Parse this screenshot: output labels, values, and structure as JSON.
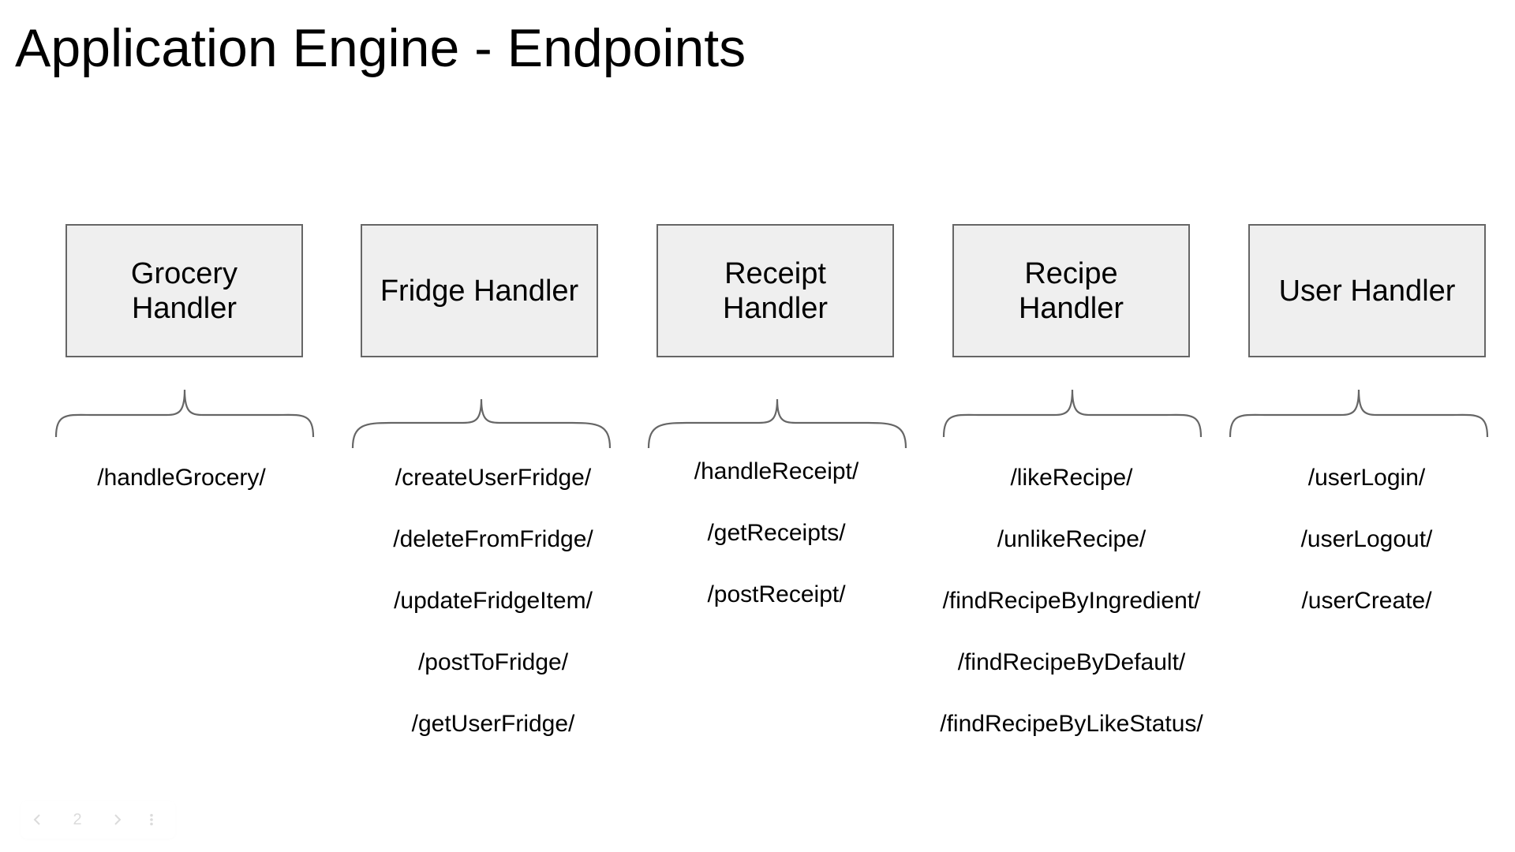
{
  "slide": {
    "title": "Application Engine - Endpoints"
  },
  "handlers": [
    {
      "name": "Grocery Handler",
      "endpoints": [
        "/handleGrocery/"
      ]
    },
    {
      "name": "Fridge Handler",
      "endpoints": [
        "/createUserFridge/",
        "/deleteFromFridge/",
        "/updateFridgeItem/",
        "/postToFridge/",
        "/getUserFridge/"
      ]
    },
    {
      "name": "Receipt Handler",
      "endpoints": [
        "/handleReceipt/",
        "/getReceipts/",
        "/postReceipt/"
      ]
    },
    {
      "name": "Recipe Handler",
      "endpoints": [
        "/likeRecipe/",
        "/unlikeRecipe/",
        "/findRecipeByIngredient/",
        "/findRecipeByDefault/",
        "/findRecipeByLikeStatus/"
      ]
    },
    {
      "name": "User Handler",
      "endpoints": [
        "/userLogin/",
        "/userLogout/",
        "/userCreate/"
      ]
    }
  ],
  "nav": {
    "page_number": "2",
    "prev_icon": "chevron-left-icon",
    "next_icon": "chevron-right-icon",
    "more_icon": "more-vertical-icon"
  },
  "colors": {
    "box_fill": "#efefef",
    "box_stroke": "#666666",
    "brace_stroke": "#666666",
    "text": "#000000"
  }
}
